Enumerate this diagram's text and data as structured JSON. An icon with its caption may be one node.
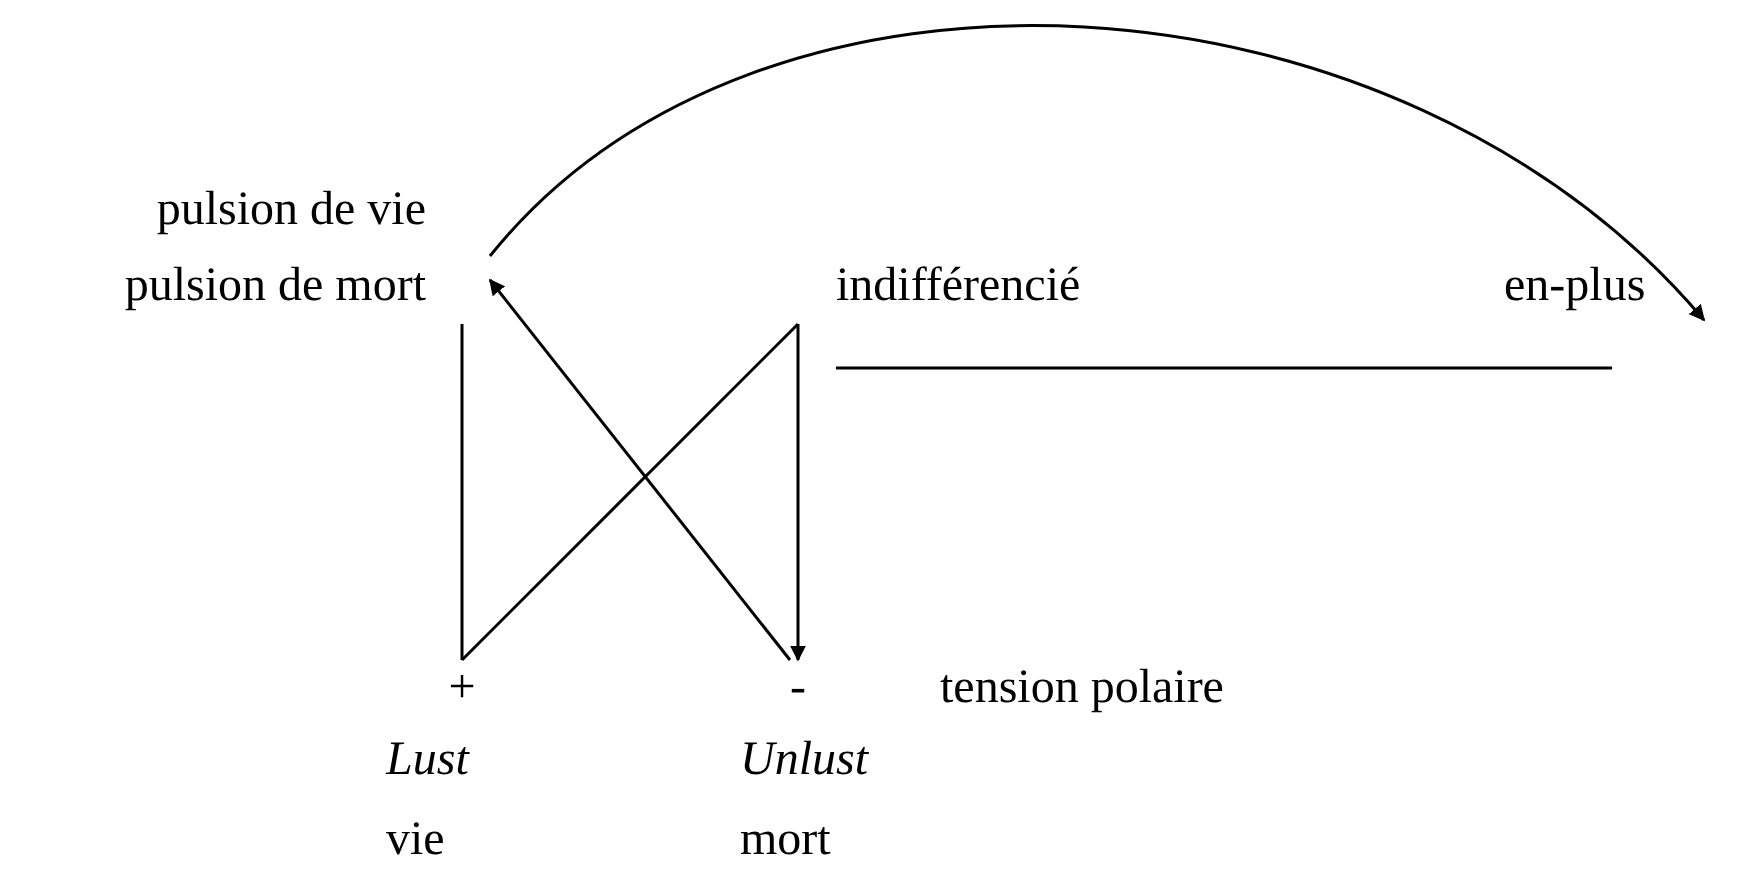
{
  "diagram": {
    "nodes": [
      {
        "text": [
          "pulsion de vie",
          "pulsion de mort"
        ]
      },
      {
        "text": [
          "indifférencié"
        ]
      },
      {
        "text": [
          "en-plus"
        ]
      },
      {
        "text": [
          "+"
        ],
        "beside": [
          "Lust",
          "vie"
        ]
      },
      {
        "text": [
          "-"
        ],
        "beside": [
          "Unlust",
          "mort"
        ]
      }
    ],
    "edges": [
      {
        "from": 0,
        "to": 3,
        "arrow": "none"
      },
      {
        "from": 3,
        "to": 1,
        "arrow": "none"
      },
      {
        "from": 1,
        "to": 4,
        "arrow": "to"
      },
      {
        "from": 4,
        "to": 0,
        "arrow": "to"
      },
      {
        "from": 0,
        "to": 2,
        "arrow": "to"
      }
    ],
    "labels": [
      "tension polaire"
    ]
  }
}
